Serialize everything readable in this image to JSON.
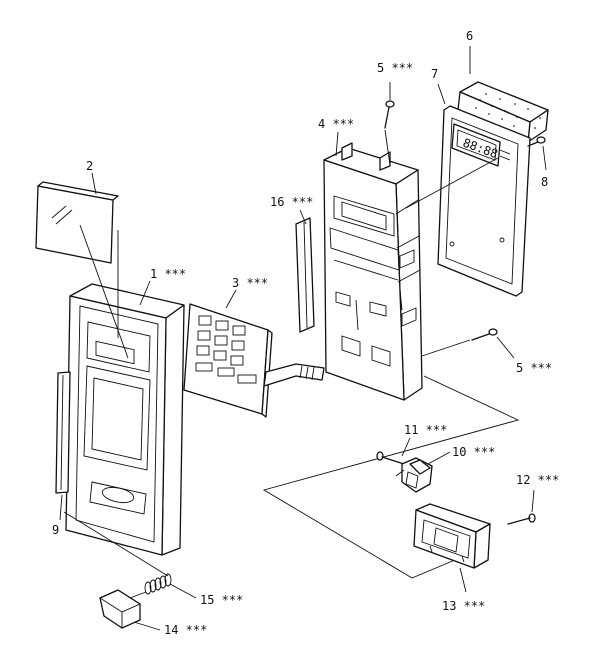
{
  "callouts": {
    "c1": "1 ***",
    "c2": "2",
    "c3": "3 ***",
    "c4": "4 ***",
    "c5a": "5 ***",
    "c5b": "5 ***",
    "c6": "6",
    "c7": "7",
    "c8": "8",
    "c9": "9",
    "c10": "10 ***",
    "c11": "11 ***",
    "c12": "12 ***",
    "c13": "13 ***",
    "c14": "14 ***",
    "c15": "15 ***",
    "c16": "16 ***"
  },
  "display_readout": "88:88"
}
